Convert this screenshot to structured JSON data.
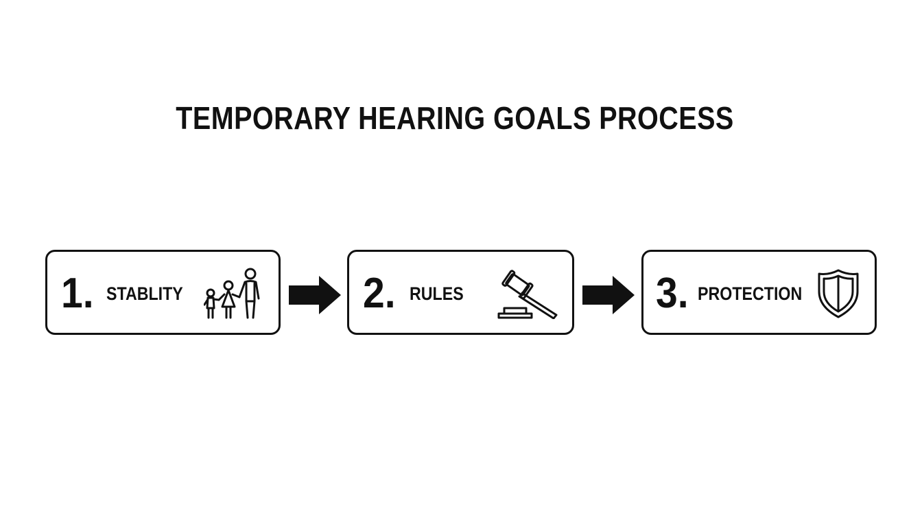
{
  "title": "TEMPORARY HEARING GOALS PROCESS",
  "steps": [
    {
      "number": "1.",
      "label": "STABLITY",
      "icon": "family-icon"
    },
    {
      "number": "2.",
      "label": "RULES",
      "icon": "gavel-icon"
    },
    {
      "number": "3.",
      "label": "PROTECTION",
      "icon": "shield-icon"
    }
  ],
  "connectors": [
    "arrow-right-icon",
    "arrow-right-icon"
  ],
  "colors": {
    "ink": "#111111",
    "background": "#ffffff"
  }
}
